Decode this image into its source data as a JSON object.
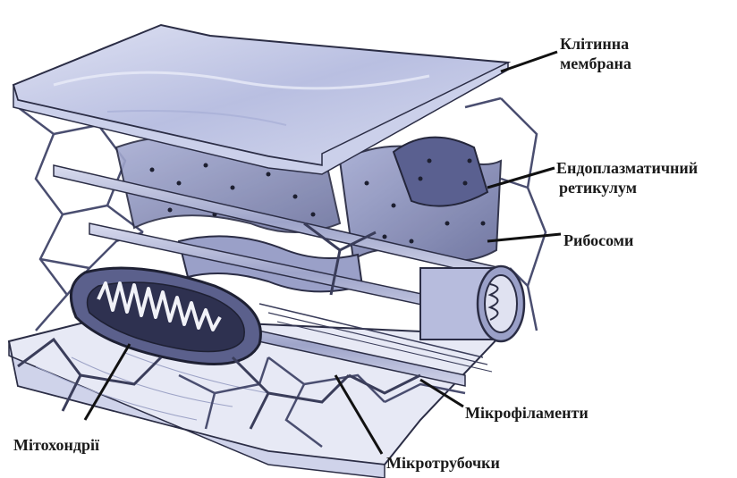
{
  "colors": {
    "membrane": "#c7cbe8",
    "membrane_edge": "#2b2d45",
    "organelle": "#8f95bd",
    "organelle_dark": "#3f4364",
    "filament": "#e9eaf4",
    "background": "#ffffff"
  },
  "labels": {
    "cell_membrane": {
      "line1": "Клітинна",
      "line2": "мембрана"
    },
    "er": {
      "line1": "Ендоплазматичний",
      "line2": "ретикулум"
    },
    "ribosomes": "Рибосоми",
    "microfilaments": "Мікрофіламенти",
    "mitochondria": "Мітохондрії",
    "microtubules": "Мікротрубочки"
  }
}
